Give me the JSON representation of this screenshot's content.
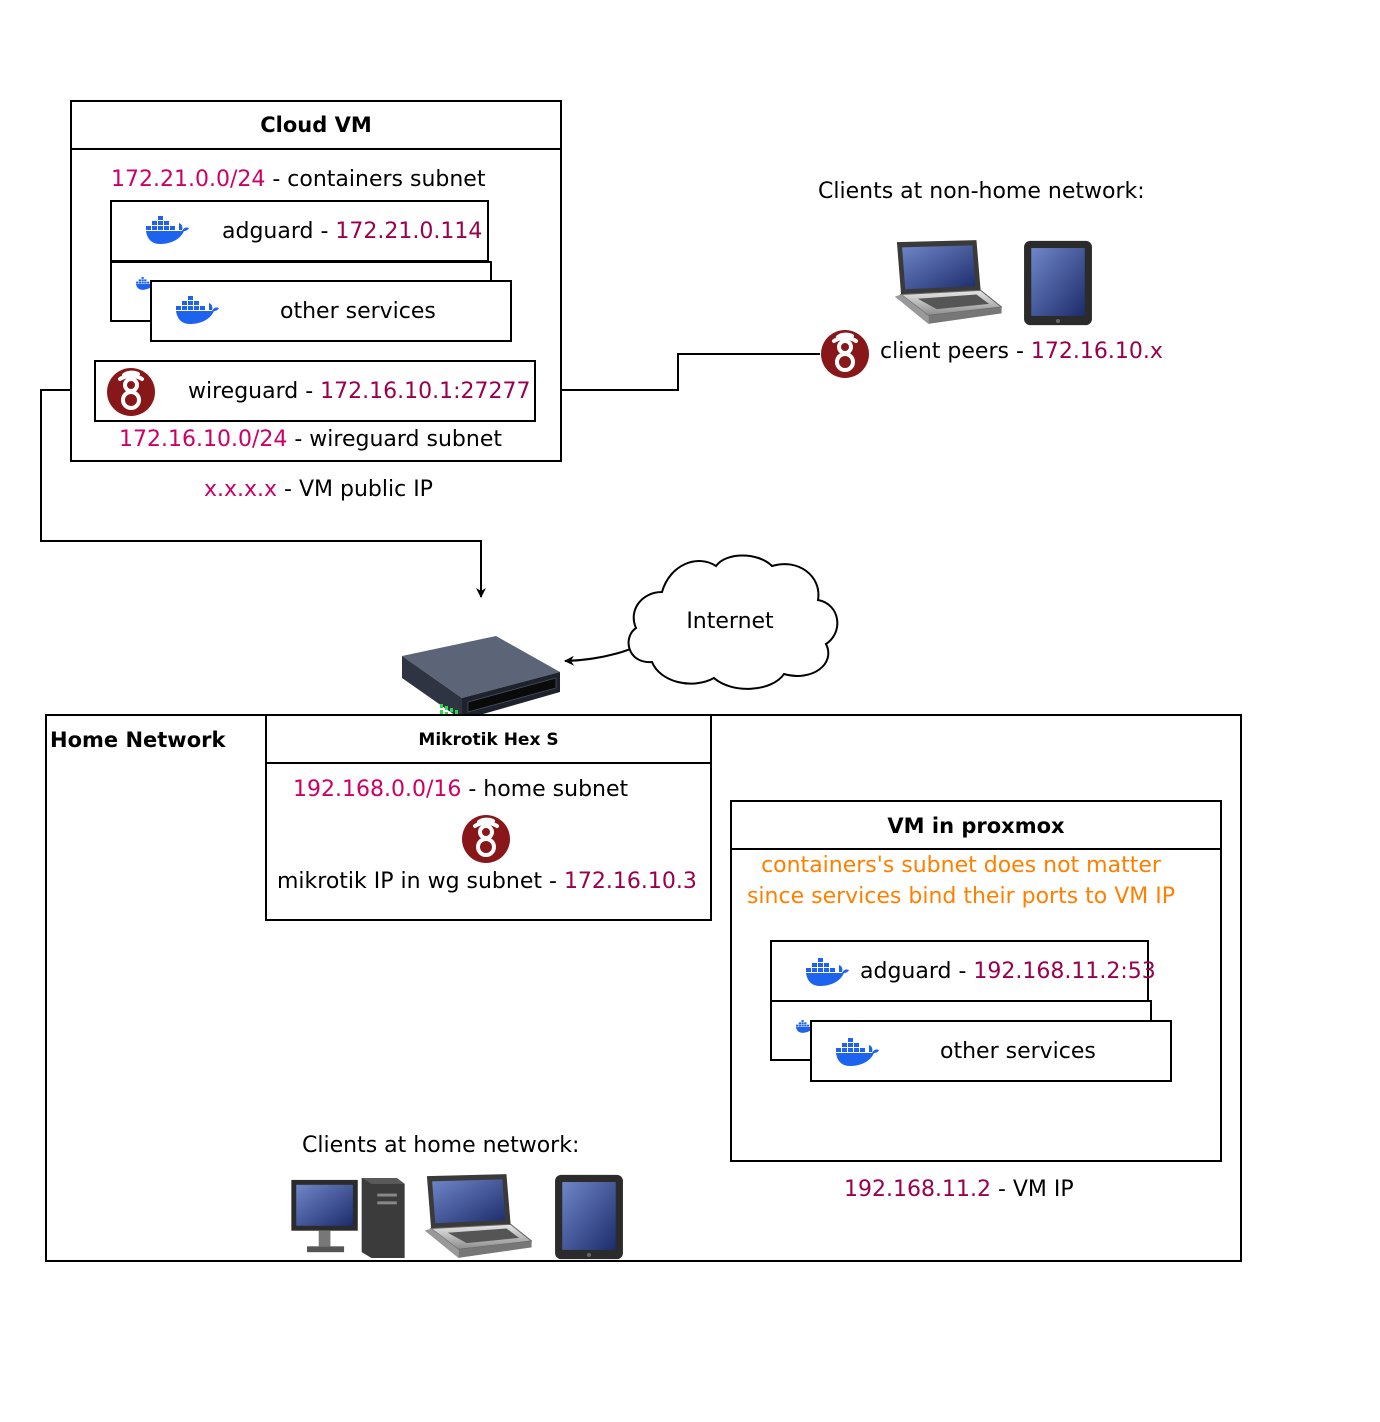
{
  "cloud_vm": {
    "title": "Cloud VM",
    "containers_subnet": {
      "ip": "172.21.0.0/24",
      "label": " - containers subnet"
    },
    "adguard": {
      "name": "adguard - ",
      "ip": "172.21.0.114"
    },
    "other_services": "other services",
    "wireguard": {
      "name": "wireguard - ",
      "ip": "172.16.10.1:27277"
    },
    "wg_subnet": {
      "ip": "172.16.10.0/24",
      "label": " - wireguard subnet"
    },
    "public_ip": {
      "ip": "x.x.x.x",
      "label": " - VM public IP"
    }
  },
  "remote_clients": {
    "title": "Clients at non-home network:",
    "peers": {
      "label": "client peers - ",
      "ip": "172.16.10.x"
    }
  },
  "internet": {
    "label": "Internet"
  },
  "home_network": {
    "title": "Home Network",
    "router": {
      "title": "Mikrotik Hex S",
      "home_subnet": {
        "ip": "192.168.0.0/16",
        "label": " - home  subnet"
      },
      "wg_ip": {
        "label": "mikrotik IP in wg subnet - ",
        "ip": "172.16.10.3"
      }
    },
    "proxmox_vm": {
      "title": "VM in proxmox",
      "note": "containers's subnet does not matter since services bind their ports to VM IP",
      "adguard": {
        "name": "adguard - ",
        "ip": "192.168.11.2:53"
      },
      "other_services": "other services",
      "vm_ip": {
        "ip": "192.168.11.2",
        "label": " - VM IP"
      }
    },
    "clients_title": "Clients at home network:"
  },
  "colors": {
    "ip": "#99004d",
    "subnet": "#cc0066",
    "note": "#ff8000",
    "docker": "#1d63ed",
    "wireguard": "#88171a"
  }
}
